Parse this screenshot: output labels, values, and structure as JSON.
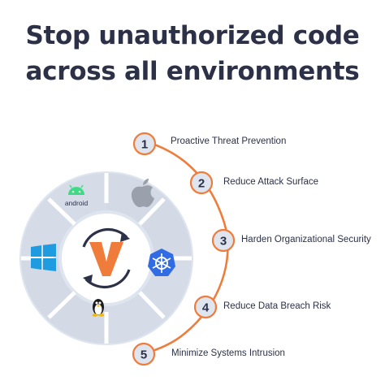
{
  "title": {
    "line1": "Stop unauthorized code",
    "line2": "across all environments"
  },
  "colors": {
    "heading": "#2c3147",
    "accent": "#f07c3c",
    "circle_fill": "#dfe5ef",
    "puzzle_fill": "#c9d1df",
    "android_green": "#3ddc84",
    "windows_blue": "#1f9be0",
    "kubernetes_blue": "#326ce5",
    "apple_gray": "#9aa1ad"
  },
  "platforms": [
    {
      "name": "android",
      "icon": "android-icon",
      "label": "android"
    },
    {
      "name": "apple",
      "icon": "apple-icon"
    },
    {
      "name": "windows",
      "icon": "windows-icon"
    },
    {
      "name": "kubernetes",
      "icon": "kubernetes-icon"
    },
    {
      "name": "linux",
      "icon": "linux-tux-icon"
    }
  ],
  "center_logo": {
    "icon": "refresh-cycle-v-logo"
  },
  "steps": [
    {
      "number": "1",
      "label": "Proactive Threat Prevention"
    },
    {
      "number": "2",
      "label": "Reduce Attack Surface"
    },
    {
      "number": "3",
      "label": "Harden Organizational Security"
    },
    {
      "number": "4",
      "label": "Reduce Data Breach Risk"
    },
    {
      "number": "5",
      "label": "Minimize Systems Intrusion"
    }
  ]
}
